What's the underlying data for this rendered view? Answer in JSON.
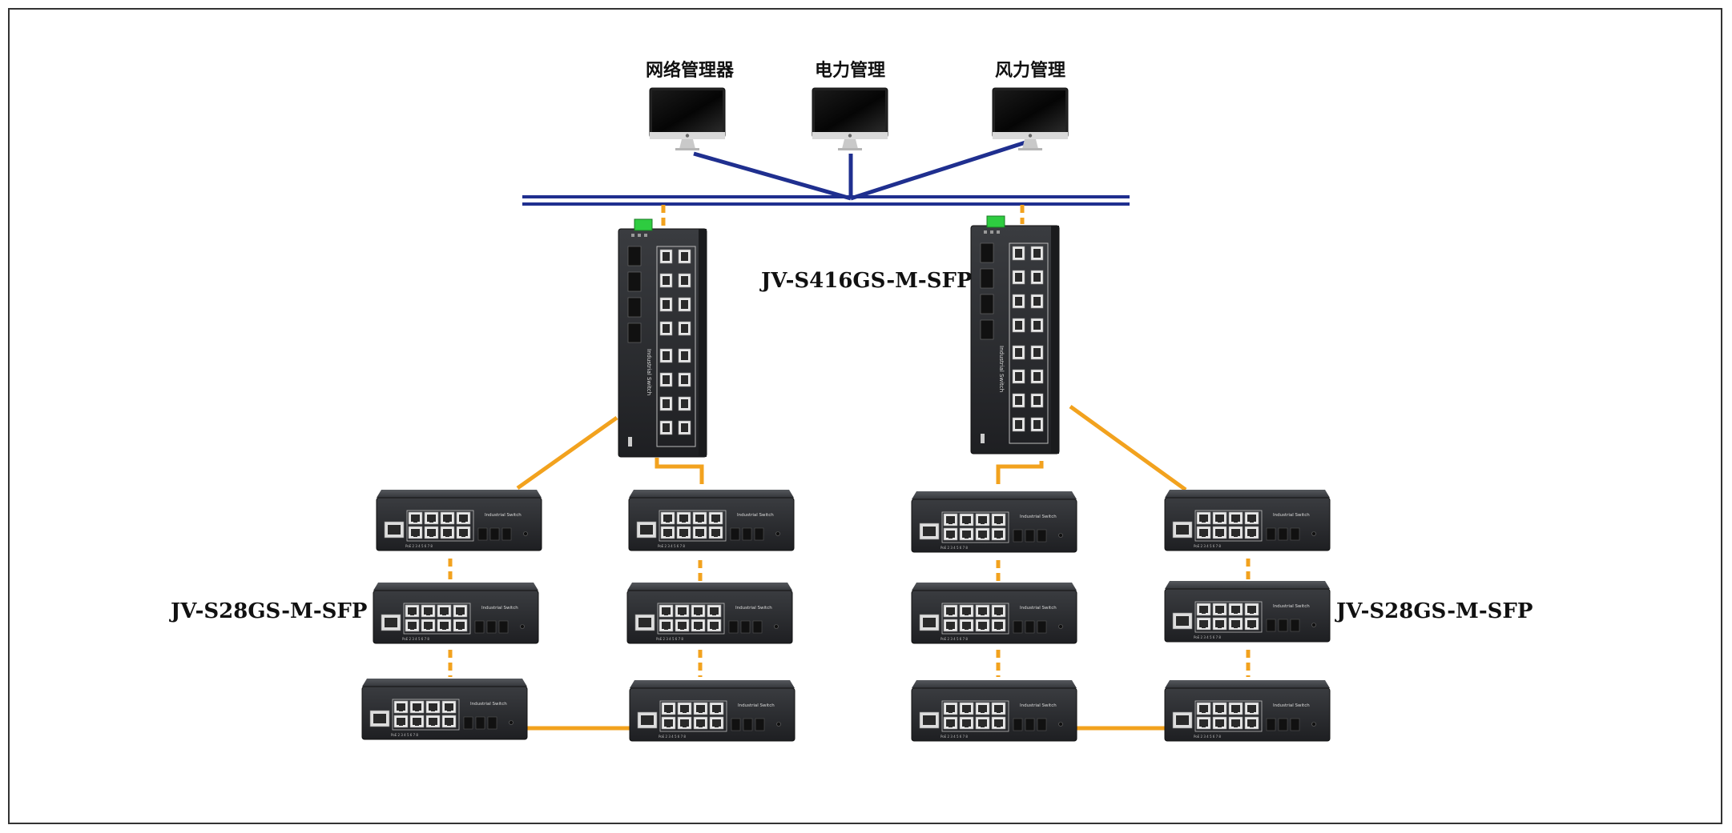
{
  "computers": [
    {
      "label": "网络管理器"
    },
    {
      "label": "电力管理"
    },
    {
      "label": "风力管理"
    }
  ],
  "models": {
    "core_switch": "JV-S416GS-M-SFP",
    "edge_switch_left": "JV-S28GS-M-SFP",
    "edge_switch_right": "JV-S28GS-M-SFP"
  },
  "device_text": {
    "core_panel": "Industrial Switch",
    "edge_panel": "Industrial Switch"
  },
  "colors": {
    "backbone": "#1f2f8f",
    "link": "#f2a21e",
    "device_body": "#2b2d30",
    "frame": "#333333"
  }
}
